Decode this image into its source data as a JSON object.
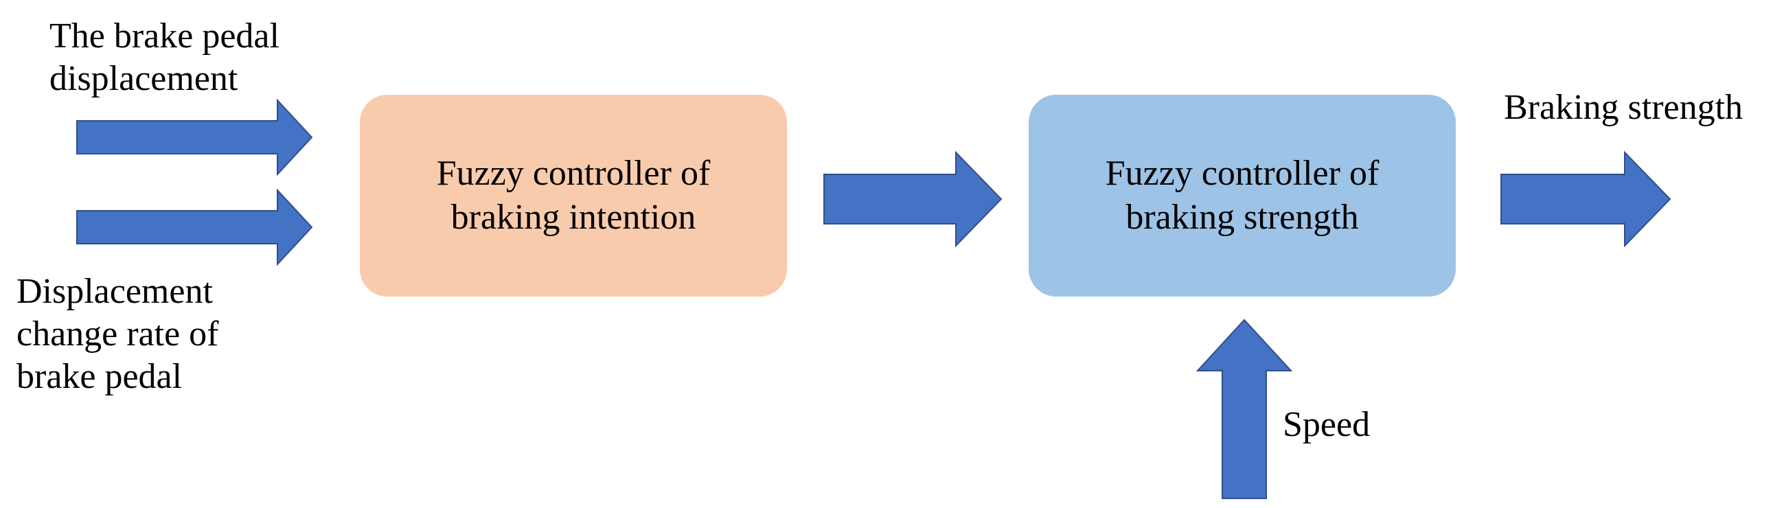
{
  "colors": {
    "intention_box": "#f8cbad",
    "strength_box": "#9dc3e6",
    "arrow_fill": "#4472c4"
  },
  "inputs": {
    "pedal_displacement_line1": "The brake pedal",
    "pedal_displacement_line2": "displacement",
    "change_rate_line1": "Displacement",
    "change_rate_line2": "change rate of",
    "change_rate_line3": "brake pedal",
    "speed": "Speed"
  },
  "boxes": {
    "intention_line1": "Fuzzy controller of",
    "intention_line2": "braking intention",
    "strength_line1": "Fuzzy controller of",
    "strength_line2": "braking strength"
  },
  "output": {
    "label": "Braking strength"
  }
}
